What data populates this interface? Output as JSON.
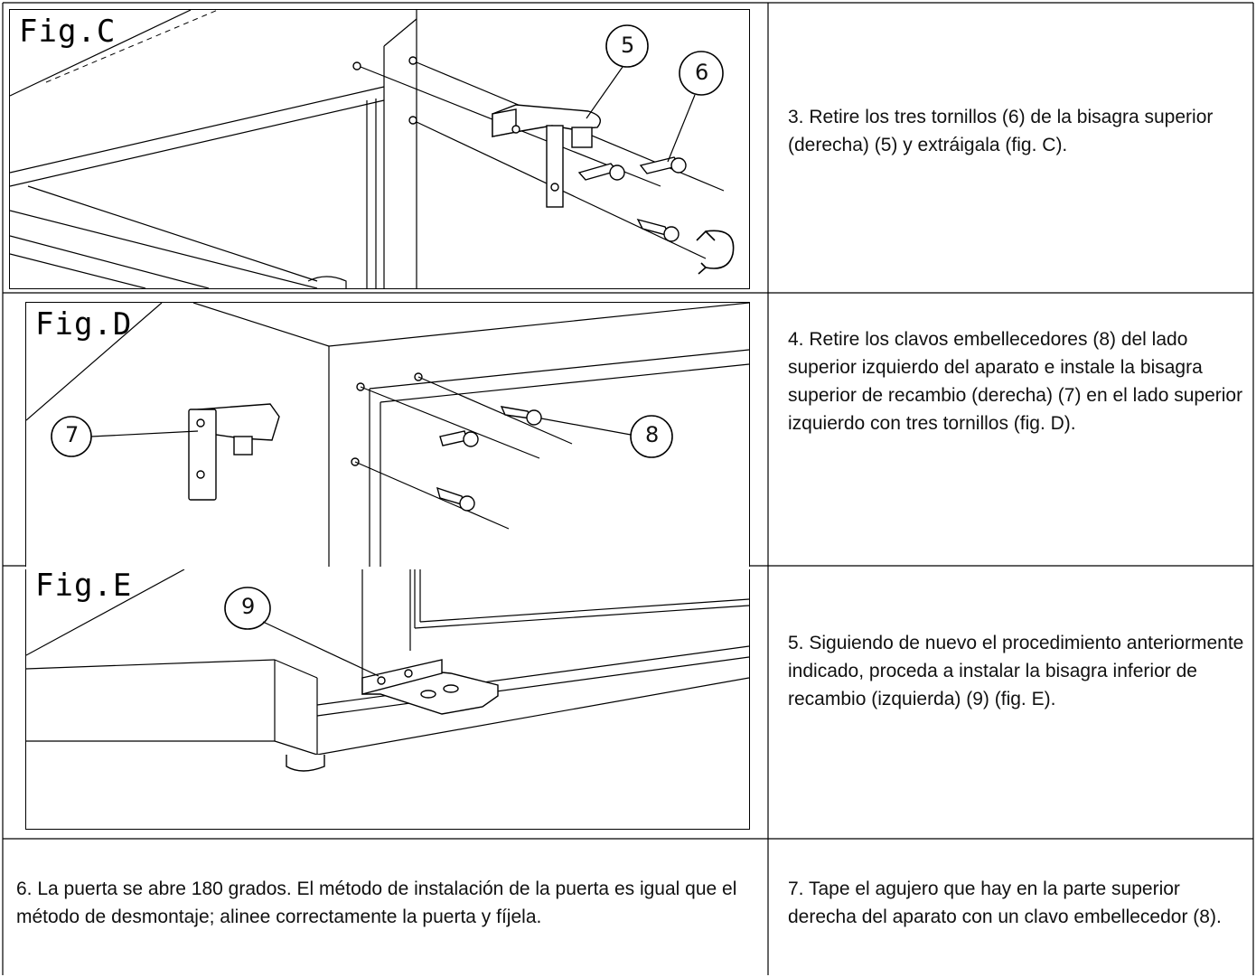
{
  "figures": [
    {
      "label": "Fig.C",
      "callouts": [
        "5",
        "6"
      ]
    },
    {
      "label": "Fig.D",
      "callouts": [
        "7",
        "8"
      ]
    },
    {
      "label": "Fig.E",
      "callouts": [
        "9"
      ]
    }
  ],
  "steps": {
    "step3": "3. Retire los tres tornillos (6) de la bisagra superior (derecha) (5) y extráigala (fig. C).",
    "step4": "4. Retire los clavos embellecedores (8) del lado superior izquierdo del aparato e instale la bisagra superior de recambio (derecha) (7) en el lado superior izquierdo con tres tornillos (fig. D).",
    "step5": "5. Siguiendo de nuevo el procedimiento anteriormente indicado, proceda a instalar la bisagra inferior de recambio (izquierda) (9) (fig. E).",
    "step6": "6. La puerta se abre 180 grados. El método de instalación de la puerta es igual que el método de desmontaje; alinee correctamente la puerta y fíjela.",
    "step7": "7. Tape el agujero que hay en la parte superior derecha del aparato con un clavo embellecedor (8)."
  }
}
